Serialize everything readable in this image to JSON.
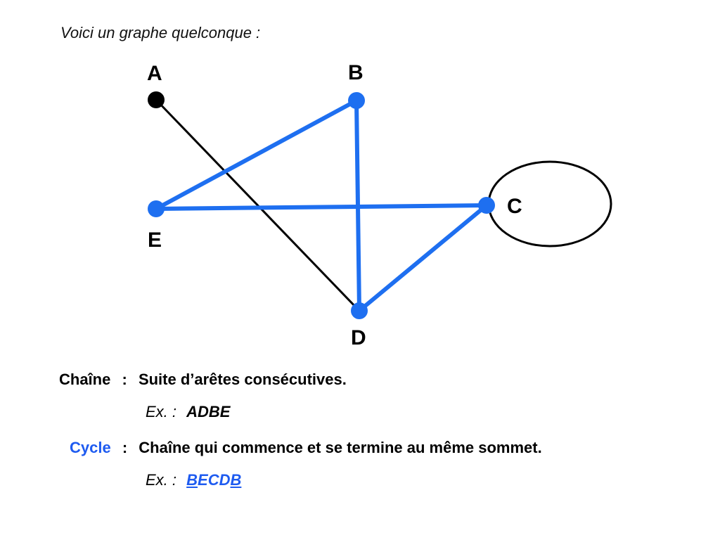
{
  "intro": "Voici un graphe quelconque :",
  "graph": {
    "colors": {
      "black": "#000000",
      "blue": "#1e6ff0"
    },
    "vertices": [
      {
        "id": "A",
        "label": "A",
        "color": "#000000"
      },
      {
        "id": "B",
        "label": "B",
        "color": "#1e6ff0"
      },
      {
        "id": "C",
        "label": "C",
        "color": "#1e6ff0"
      },
      {
        "id": "D",
        "label": "D",
        "color": "#1e6ff0"
      },
      {
        "id": "E",
        "label": "E",
        "color": "#1e6ff0"
      }
    ],
    "edges": [
      {
        "from": "A",
        "to": "D",
        "color": "#000000"
      },
      {
        "from": "E",
        "to": "B",
        "color": "#1e6ff0"
      },
      {
        "from": "B",
        "to": "D",
        "color": "#1e6ff0"
      },
      {
        "from": "E",
        "to": "C",
        "color": "#1e6ff0"
      },
      {
        "from": "C",
        "to": "D",
        "color": "#1e6ff0"
      },
      {
        "from": "C",
        "to": "C",
        "color": "#000000",
        "type": "loop"
      }
    ]
  },
  "definitions": {
    "chaine": {
      "term": "Chaîne",
      "sep": ":",
      "definition": "Suite d’arêtes consécutives.",
      "ex_label": "Ex. :",
      "ex_value": "ADBE"
    },
    "cycle": {
      "term": "Cycle",
      "sep": ":",
      "definition": "Chaîne qui commence et se termine au même sommet.",
      "ex_label": "Ex. :",
      "ex_first": "B",
      "ex_middle": "ECD",
      "ex_last": "B"
    }
  }
}
